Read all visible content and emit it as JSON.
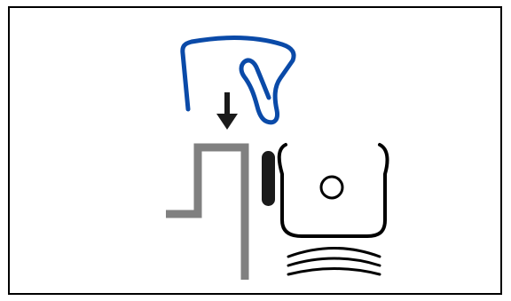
{
  "diagram": {
    "components": [
      {
        "id": "clip-tool",
        "icon": "clip-icon"
      },
      {
        "id": "arrow",
        "icon": "arrow-down-icon",
        "direction": "down"
      },
      {
        "id": "panel-bracket",
        "icon": "bracket-icon"
      },
      {
        "id": "rubber-seal",
        "icon": "seal-icon"
      },
      {
        "id": "body-housing",
        "icon": "housing-icon"
      },
      {
        "id": "bolt-hole",
        "icon": "hole-icon"
      },
      {
        "id": "spring-lines",
        "icon": "spring-icon"
      }
    ],
    "colors": {
      "background": "#ffffff",
      "frame": "#000000",
      "clip": "#0a4aa8",
      "bracket": "#808080",
      "seal": "#1a1a1a",
      "outline": "#000000"
    }
  }
}
